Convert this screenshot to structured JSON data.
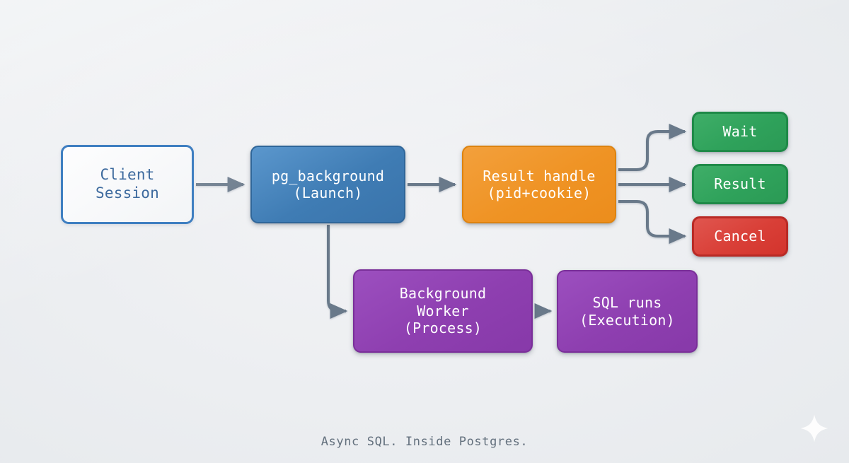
{
  "diagram": {
    "title": "Async SQL. Inside Postgres.",
    "background_color": "#eceef1",
    "nodes": [
      {
        "id": "client",
        "label": "Client\nSession",
        "style": "outlined-blue",
        "color": "#3f7fc1"
      },
      {
        "id": "pgbg",
        "label": "pg_background\n(Launch)",
        "style": "filled-blue",
        "color": "#3f7cb4"
      },
      {
        "id": "handle",
        "label": "Result handle\n(pid+cookie)",
        "style": "filled-orange",
        "color": "#ef9324"
      },
      {
        "id": "wait",
        "label": "Wait",
        "style": "filled-green",
        "color": "#2fa25b"
      },
      {
        "id": "result",
        "label": "Result",
        "style": "filled-green",
        "color": "#2fa25b"
      },
      {
        "id": "cancel",
        "label": "Cancel",
        "style": "filled-red",
        "color": "#d93f37"
      },
      {
        "id": "worker",
        "label": "Background\nWorker\n(Process)",
        "style": "filled-purple",
        "color": "#8e3fb0"
      },
      {
        "id": "sqlruns",
        "label": "SQL runs\n(Execution)",
        "style": "filled-purple",
        "color": "#8e3fb0"
      }
    ],
    "edges": [
      {
        "from": "client",
        "to": "pgbg",
        "kind": "straight"
      },
      {
        "from": "pgbg",
        "to": "handle",
        "kind": "straight"
      },
      {
        "from": "pgbg",
        "to": "worker",
        "kind": "elbow-down-right"
      },
      {
        "from": "handle",
        "to": "wait",
        "kind": "elbow-up-right"
      },
      {
        "from": "handle",
        "to": "result",
        "kind": "straight"
      },
      {
        "from": "handle",
        "to": "cancel",
        "kind": "elbow-down-right"
      },
      {
        "from": "worker",
        "to": "sqlruns",
        "kind": "straight"
      }
    ],
    "edge_color": "#69798a",
    "caption": "Async SQL. Inside Postgres.",
    "watermark": "sparkle-icon"
  }
}
